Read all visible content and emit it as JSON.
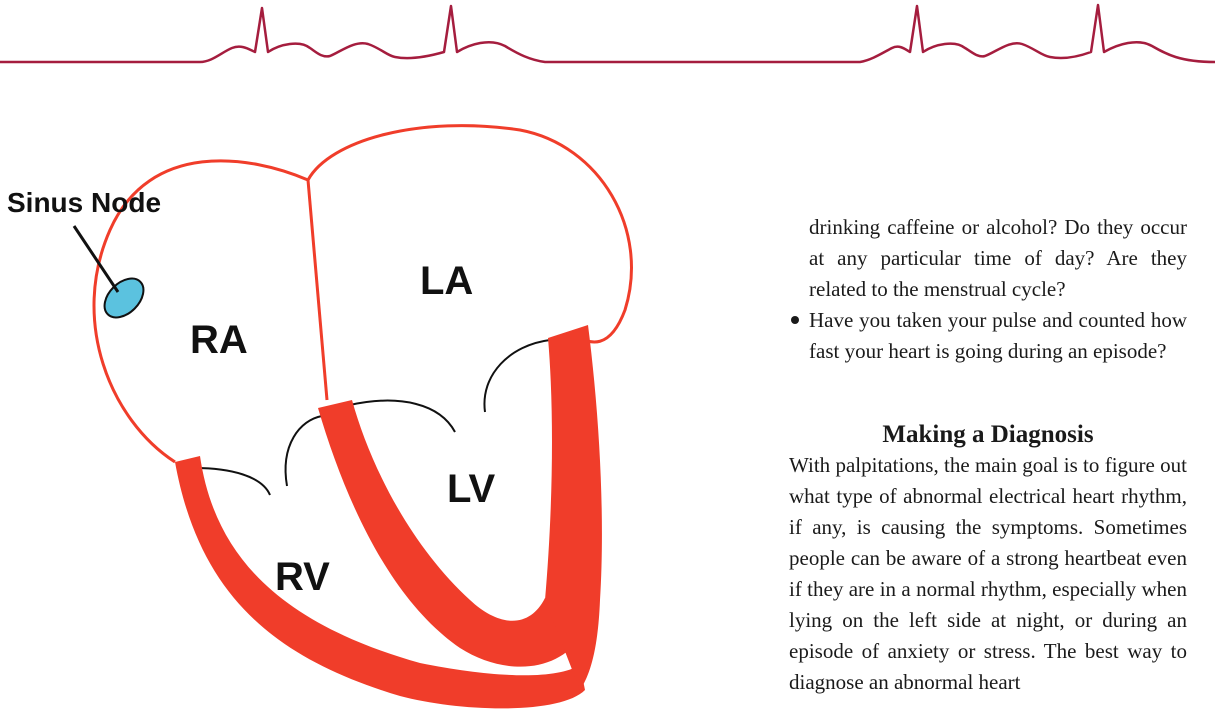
{
  "colors": {
    "ecg_line": "#a51d3e",
    "heart_red": "#f03d2a",
    "sinus_node": "#5bc2df"
  },
  "figure": {
    "labels": {
      "sinus_node": "Sinus Node",
      "ra": "RA",
      "la": "LA",
      "rv": "RV",
      "lv": "LV"
    }
  },
  "text": {
    "continued_paragraph": "drinking caffeine or alcohol? Do they occur at any particular time of day? Are they related to the menstrual cycle?",
    "bullet_item": "Have you taken your pulse and counted how fast your heart is going during an episode?",
    "heading": "Making a Diagnosis",
    "body_paragraph": "With palpitations, the main goal is to figure out what type of abnormal electrical heart rhythm, if any, is causing the symptoms. Sometimes people can be aware of a strong heartbeat even if they are in a normal rhythm, especially when lying on the left side at night, or during an episode of anxiety or stress. The best way to diagnose an abnormal heart"
  }
}
